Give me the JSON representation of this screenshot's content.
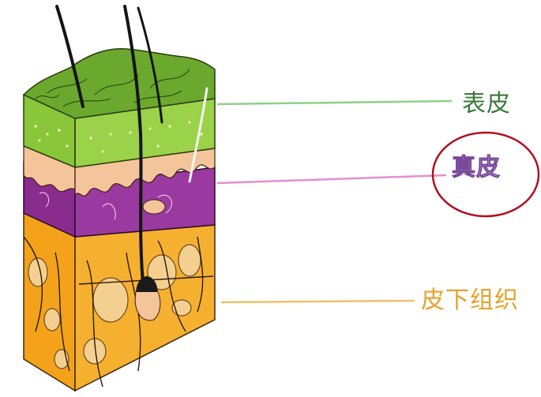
{
  "labels": {
    "epidermis": "表皮",
    "dermis": "真皮",
    "subcutis": "皮下组织"
  },
  "colors": {
    "epidermis_line": "#8fcf8a",
    "epidermis_text": "#3a7a3a",
    "dermis_line": "#e38fd0",
    "dermis_text": "#f4e4f4",
    "dermis_stroke": "#7a4a9a",
    "subcutis_line": "#f0c070",
    "subcutis_text": "#e6a22a",
    "highlight_circle": "#b01020",
    "epidermis_fill": "#7ab83a",
    "dermis_fill": "#8a2c8e",
    "subcutis_fill": "#f2a21a",
    "basal_fill": "#f4c49a",
    "hair": "#141414"
  }
}
